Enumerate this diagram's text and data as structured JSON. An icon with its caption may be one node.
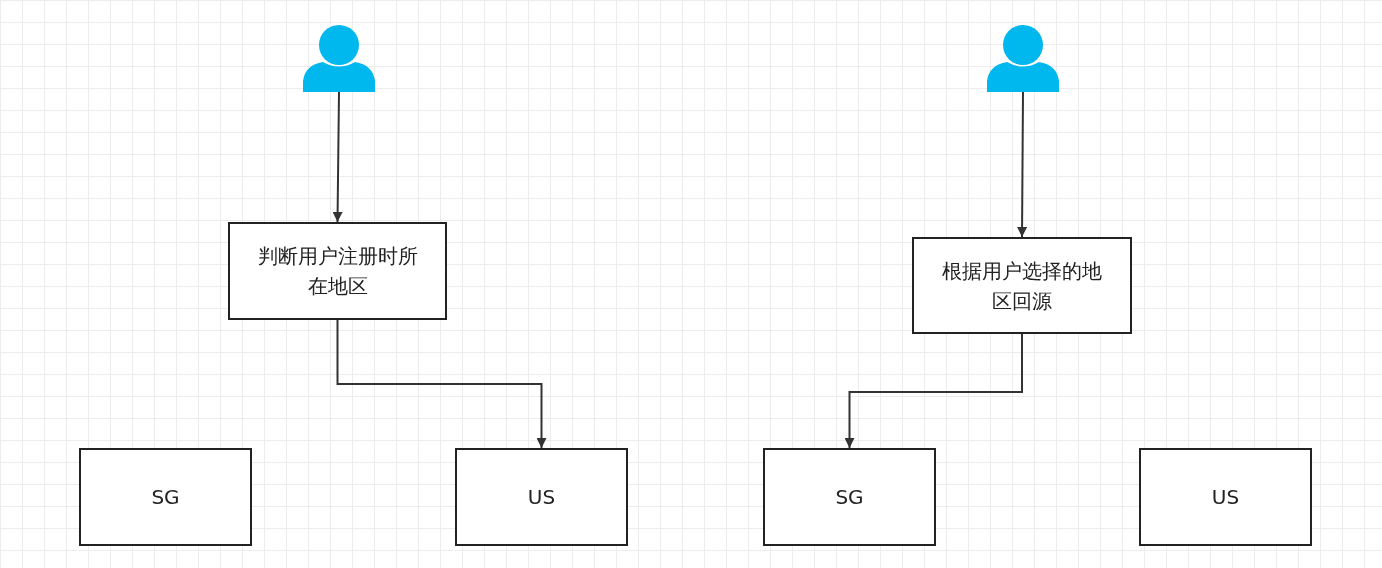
{
  "diagram": {
    "nodes": [
      {
        "text": [],
        "shape": "person"
      },
      {
        "text": [
          "判断用户注册时所在地区"
        ]
      },
      {
        "text": [
          "SG"
        ]
      },
      {
        "text": [
          "US"
        ]
      },
      {
        "text": [],
        "shape": "person"
      },
      {
        "text": [
          "根据用户选择的地区回源"
        ]
      },
      {
        "text": [
          "SG"
        ]
      },
      {
        "text": [
          "US"
        ]
      }
    ],
    "edges": [
      {
        "from": 0,
        "to": 1,
        "arrow": "to"
      },
      {
        "from": 1,
        "to": 3,
        "arrow": "to"
      },
      {
        "from": 4,
        "to": 5,
        "arrow": "to"
      },
      {
        "from": 5,
        "to": 6,
        "arrow": "to"
      }
    ]
  }
}
